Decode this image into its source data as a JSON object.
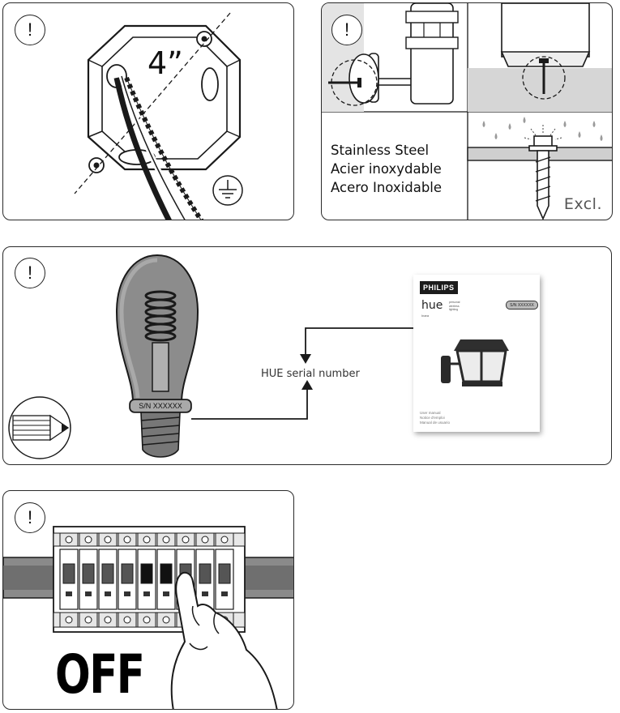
{
  "warning_symbol": "!",
  "box_panel": {
    "dimension_label": "4”",
    "icons": [
      "warning-icon",
      "ground-icon"
    ]
  },
  "screw_panel": {
    "materials": [
      "Stainless Steel",
      "Acier inoxydable",
      "Acero Inoxidable"
    ],
    "excluded_label": "Excl.",
    "icons": [
      "warning-icon",
      "screw-icon",
      "rain-icon"
    ]
  },
  "serial_panel": {
    "label": "HUE serial number",
    "bulb_serial": "S/N XXXXXX",
    "manual": {
      "brand": "PHILIPS",
      "product": "hue",
      "product_tagline": [
        "personal",
        "wireless",
        "lighting"
      ],
      "model": "Inara",
      "serial": "S/N XXXXXX",
      "footer_lines": [
        "User manual",
        "Notice d'emploi",
        "Manual de usuario"
      ]
    },
    "icons": [
      "warning-icon",
      "pencil-icon",
      "arrow-icon"
    ]
  },
  "breaker_panel": {
    "off_label": "OFF",
    "icons": [
      "warning-icon",
      "hand-icon"
    ]
  },
  "colors": {
    "line": "#1a1a1a",
    "panel_border": "#2a2a2a",
    "gray_fill": "#d6d6d6"
  }
}
